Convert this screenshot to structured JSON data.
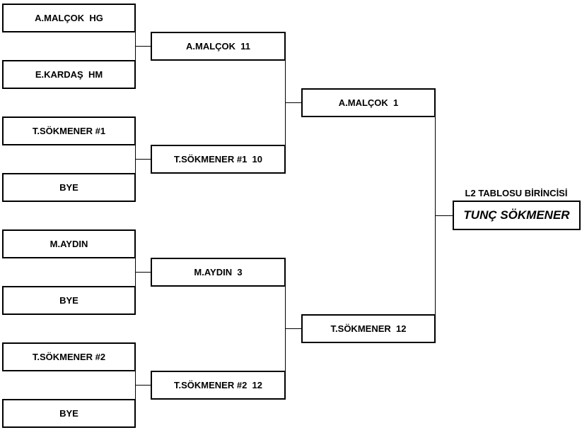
{
  "round1": [
    "A.MALÇOK  HG",
    "E.KARDAŞ  HM",
    "T.SÖKMENER #1",
    "BYE",
    "M.AYDIN",
    "BYE",
    "T.SÖKMENER #2",
    "BYE"
  ],
  "round2": [
    "A.MALÇOK  11",
    "T.SÖKMENER #1  10",
    "M.AYDIN  3",
    "T.SÖKMENER #2  12"
  ],
  "round3": [
    "A.MALÇOK  1",
    "T.SÖKMENER  12"
  ],
  "winner": {
    "title": "L2 TABLOSU BİRİNCİSİ",
    "name": "TUNÇ SÖKMENER"
  }
}
